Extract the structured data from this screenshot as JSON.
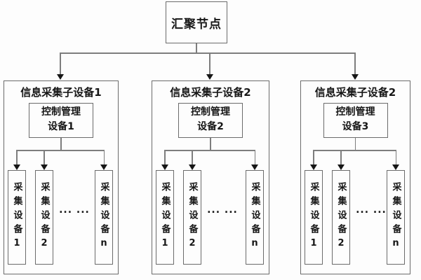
{
  "root": {
    "label": "汇聚节点"
  },
  "branches": [
    {
      "title": "信息采集子设备1",
      "controller": {
        "line1": "控制管理",
        "line2": "设备1"
      },
      "devices": [
        "采集设备1",
        "采集设备2",
        "采集设备n"
      ],
      "ellipsis": "... ..."
    },
    {
      "title": "信息采集子设备2",
      "controller": {
        "line1": "控制管理",
        "line2": "设备2"
      },
      "devices": [
        "采集设备1",
        "采集设备2",
        "采集设备n"
      ],
      "ellipsis": "... ..."
    },
    {
      "title": "信息采集子设备2",
      "controller": {
        "line1": "控制管理",
        "line2": "设备3"
      },
      "devices": [
        "采集设备1",
        "采集设备2",
        "采集设备n"
      ],
      "ellipsis": "... ..."
    }
  ],
  "colors": {
    "line": "#7d7d7d",
    "box_border": "#6b6b6b",
    "arrowhead": "#161616",
    "text": "#161616",
    "background": "#fdfdfd"
  }
}
